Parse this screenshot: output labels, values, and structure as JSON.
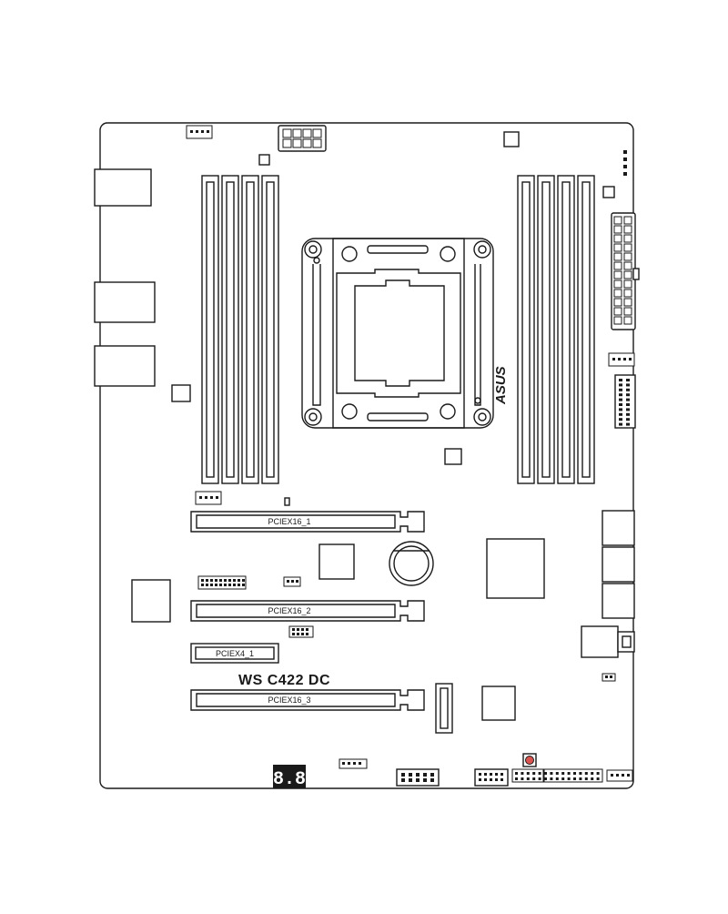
{
  "board": {
    "brand": "ASUS",
    "model": "WS C422 DC",
    "slots": [
      {
        "label": "PCIEX16_1"
      },
      {
        "label": "PCIEX16_2"
      },
      {
        "label": "PCIEX4_1"
      },
      {
        "label": "PCIEX16_3"
      }
    ],
    "debug_display": "8.8",
    "colors": {
      "outline": "#1a1a1a",
      "background": "#ffffff",
      "button": "#d9534f"
    }
  }
}
